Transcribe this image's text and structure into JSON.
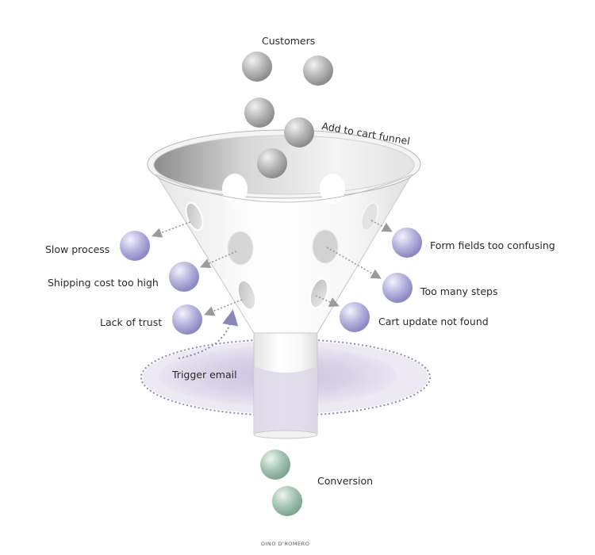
{
  "title": "Add to cart funnel",
  "labels": {
    "customers": "Customers",
    "funnel": "Add to cart funnel",
    "trigger_email": "Trigger email",
    "conversion": "Conversion",
    "credit": "DINO  D'ROMERO"
  },
  "drop_off_reasons_left": [
    "Slow process",
    "Shipping cost too high",
    "Lack of trust"
  ],
  "drop_off_reasons_right": [
    "Form fields too confusing",
    "Too many steps",
    "Cart update not found"
  ],
  "colors": {
    "customer_ball": "#a9a9a9",
    "dropoff_ball": "#a9a6d6",
    "conversion_ball": "#97bba8",
    "trigger_ring": "#8a86b8",
    "arrow": "#9a9a9a"
  }
}
